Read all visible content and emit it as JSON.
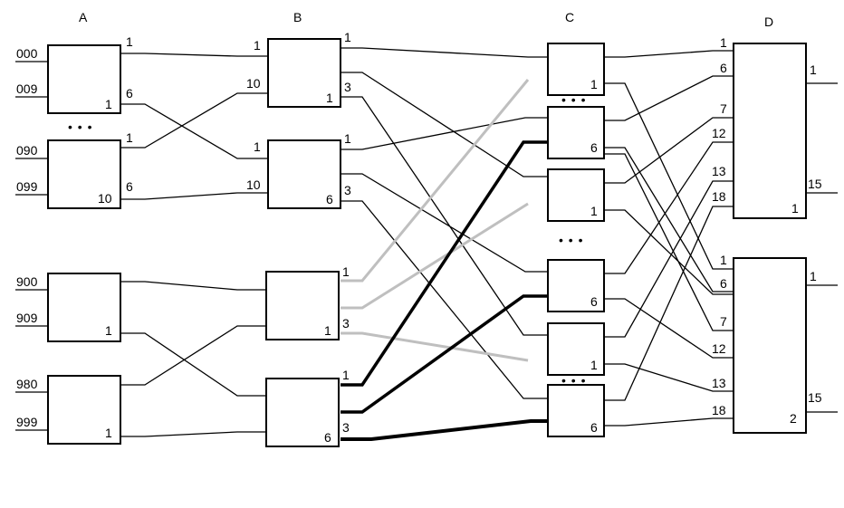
{
  "columns": {
    "A": "A",
    "B": "B",
    "C": "C",
    "D": "D"
  },
  "ellipsis": "• • •",
  "a_inputs": [
    "000",
    "009",
    "090",
    "099",
    "900",
    "909",
    "980",
    "999"
  ],
  "a_box_labels": [
    "1",
    "10",
    "1",
    "1"
  ],
  "a_out_labels": [
    "1",
    "6",
    "1",
    "6"
  ],
  "b_in_labels": [
    "1",
    "10",
    "1",
    "10"
  ],
  "b_box_labels": [
    "1",
    "6",
    "1",
    "6"
  ],
  "b_out_labels": [
    "1",
    "3",
    "1",
    "3",
    "1",
    "3",
    "1",
    "3"
  ],
  "c_box_labels": [
    "1",
    "6",
    "1",
    "6",
    "1",
    "6"
  ],
  "d_in_labels": [
    "1",
    "6",
    "7",
    "12",
    "13",
    "18",
    "1",
    "6",
    "7",
    "12",
    "13",
    "18"
  ],
  "d_box_labels": [
    "1",
    "2"
  ],
  "d_out_labels": [
    "1",
    "15",
    "1",
    "15"
  ],
  "colors": {
    "line": "#000000",
    "highlight_gray": "#bfbfbf",
    "background": "#ffffff"
  }
}
